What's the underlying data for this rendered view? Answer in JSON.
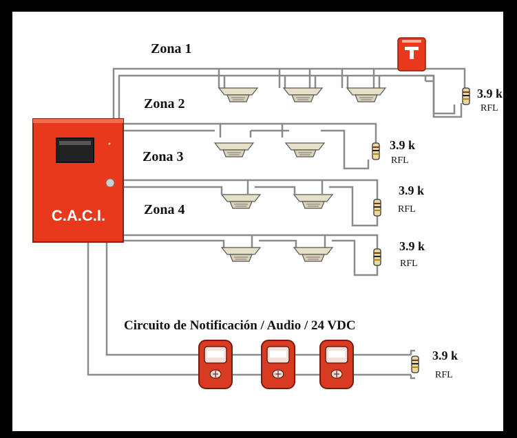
{
  "colors": {
    "frame": "#000000",
    "background": "#ffffff",
    "panel": "#e8391c",
    "panel_dark": "#b72a12",
    "wire": "#8a8a8a",
    "detector": "#e6e0c8",
    "notification": "#d83a22"
  },
  "panel": {
    "label": "C.A.C.I."
  },
  "zones": [
    {
      "label": "Zona 1",
      "eol": {
        "value": "3.9 k",
        "unit": "RFL"
      }
    },
    {
      "label": "Zona 2",
      "eol": {
        "value": "3.9 k",
        "unit": "RFL"
      }
    },
    {
      "label": "Zona 3",
      "eol": {
        "value": "3.9 k",
        "unit": "RFL"
      }
    },
    {
      "label": "Zona 4",
      "eol": {
        "value": "3.9 k",
        "unit": "RFL"
      }
    }
  ],
  "notification": {
    "title": "Circuito de Notificación / Audio / 24 VDC",
    "eol": {
      "value": "3.9 k",
      "unit": "RFL"
    }
  },
  "icons": [
    "smoke-detector-icon",
    "manual-pull-station-icon",
    "resistor-icon",
    "horn-strobe-icon",
    "display-icon",
    "indicator-led-icon"
  ]
}
